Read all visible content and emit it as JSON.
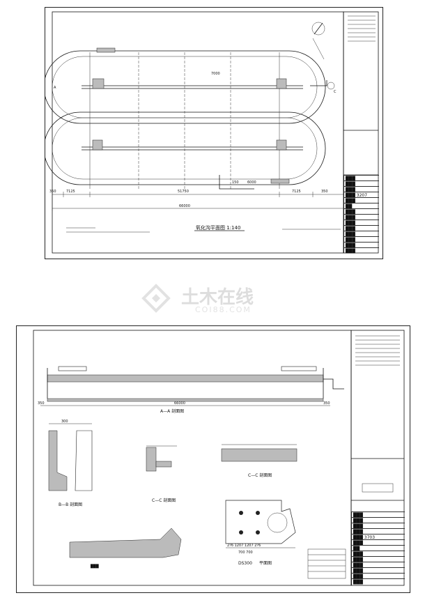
{
  "sheet1": {
    "caption": "氧化沟平面图 1:140",
    "dims": {
      "left_edge": "350",
      "left_span": "7125",
      "center_span": "51750",
      "right_span": "7125",
      "right_edge": "350",
      "overall": "66000"
    },
    "labels": {
      "wall_a": "A",
      "section_c": "C",
      "pipe_150": "150",
      "pipe_6000": "6000",
      "width_7000": "7000"
    },
    "title_block": {
      "heading": "███",
      "rows": [
        "███",
        "███",
        "███ 3207",
        "███",
        "██",
        "███",
        "███",
        "███",
        "███",
        "███",
        "███",
        "███",
        "███"
      ]
    }
  },
  "sheet2": {
    "section_aa": "A—A 剖面图",
    "section_bb": "B—B 剖面图",
    "section_cc_small": "C—C 剖面图",
    "section_cc": "C—C 剖面图",
    "ds300": "DS300",
    "ds300_suffix": "平面图",
    "bottom_left_caption": "███",
    "dims": {
      "aa_left": "350",
      "aa_overall": "66000",
      "aa_right": "350",
      "bb_300": "300",
      "cc_dim": "2?6  1207 1207 2?6",
      "cc_700": "700  700"
    },
    "title_block": {
      "heading": "███",
      "rows": [
        "███",
        "███",
        "███",
        "███ 3703",
        "███",
        "██",
        "███",
        "███",
        "███",
        "███",
        "███",
        "███"
      ]
    }
  },
  "watermark": {
    "brand_cn": "土木在线",
    "brand_en": "COI88.COM"
  }
}
